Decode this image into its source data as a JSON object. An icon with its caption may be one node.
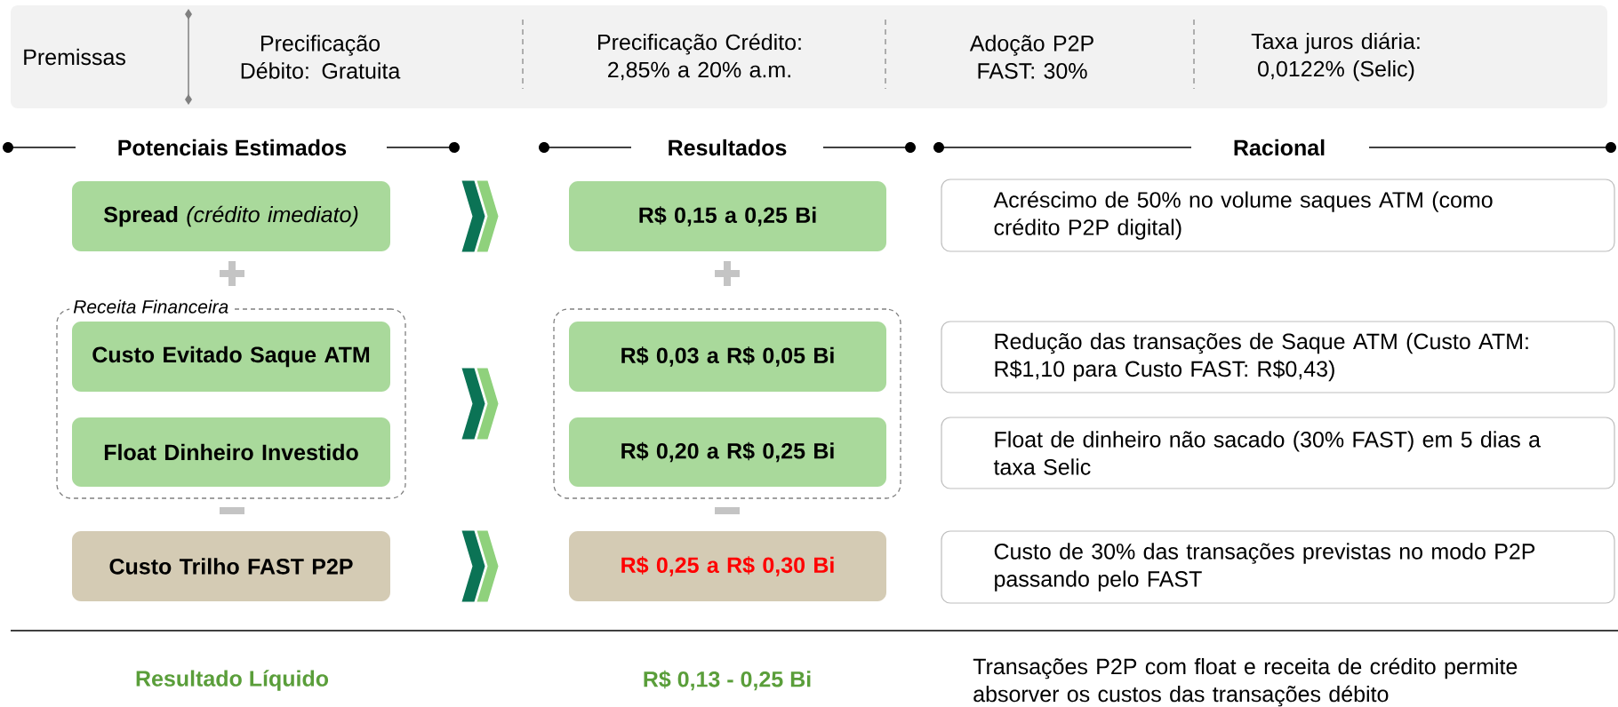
{
  "diagram": {
    "nodes": [
      {
        "text": [
          "Premissas",
          "Precificação Débito: Gratuita",
          "Precificação Crédito: 2,85% a 20% a.m.",
          "Adoção P2P FAST: 30%",
          "Taxa juros diária: 0,0122% (Selic)"
        ]
      },
      {
        "text": [
          "**Spread** *(crédito imediato)*"
        ]
      },
      {
        "text": [
          "R$ 0,15 a 0,25 Bi"
        ]
      },
      {
        "text": [
          "Acréscimo de 50% no volume saques ATM (como crédito P2P digital)"
        ]
      },
      {
        "text": [
          "Receita Financeira"
        ]
      },
      {
        "text": [
          "Custo Evitado Saque ATM"
        ],
        "in": 4
      },
      {
        "text": [
          "Float Dinheiro Investido"
        ],
        "in": 4
      },
      {
        "text": [],
        "shape": "box"
      },
      {
        "text": [
          "R$ 0,03 a R$ 0,05 Bi"
        ],
        "in": 7
      },
      {
        "text": [
          "R$ 0,20 a R$ 0,25 Bi"
        ],
        "in": 7
      },
      {
        "text": [
          "Redução das transações de Saque ATM (Custo ATM: R$1,10 para Custo FAST: R$0,43)"
        ]
      },
      {
        "text": [
          "Float de dinheiro não sacado (30% FAST) em 5 dias a taxa Selic"
        ]
      },
      {
        "text": [
          "Custo Trilho FAST P2P"
        ]
      },
      {
        "text": [
          "R$ 0,25 a R$ 0,30 Bi"
        ]
      },
      {
        "text": [
          "Custo de 30% das transações previstas no modo P2P passando pelo FAST"
        ]
      }
    ],
    "edges": [
      {
        "from": 1,
        "to": 2,
        "arrow": "to"
      },
      {
        "from": 4,
        "to": 7,
        "arrow": "to"
      },
      {
        "from": 12,
        "to": 13,
        "arrow": "to"
      }
    ],
    "labels": [
      "Potenciais Estimados",
      "Resultados",
      "Racional",
      "Resultado Líquido",
      "R$ 0,13 - 0,25 Bi",
      "Transações P2P com float e receita de crédito permite absorver os custos das transações débito"
    ]
  }
}
